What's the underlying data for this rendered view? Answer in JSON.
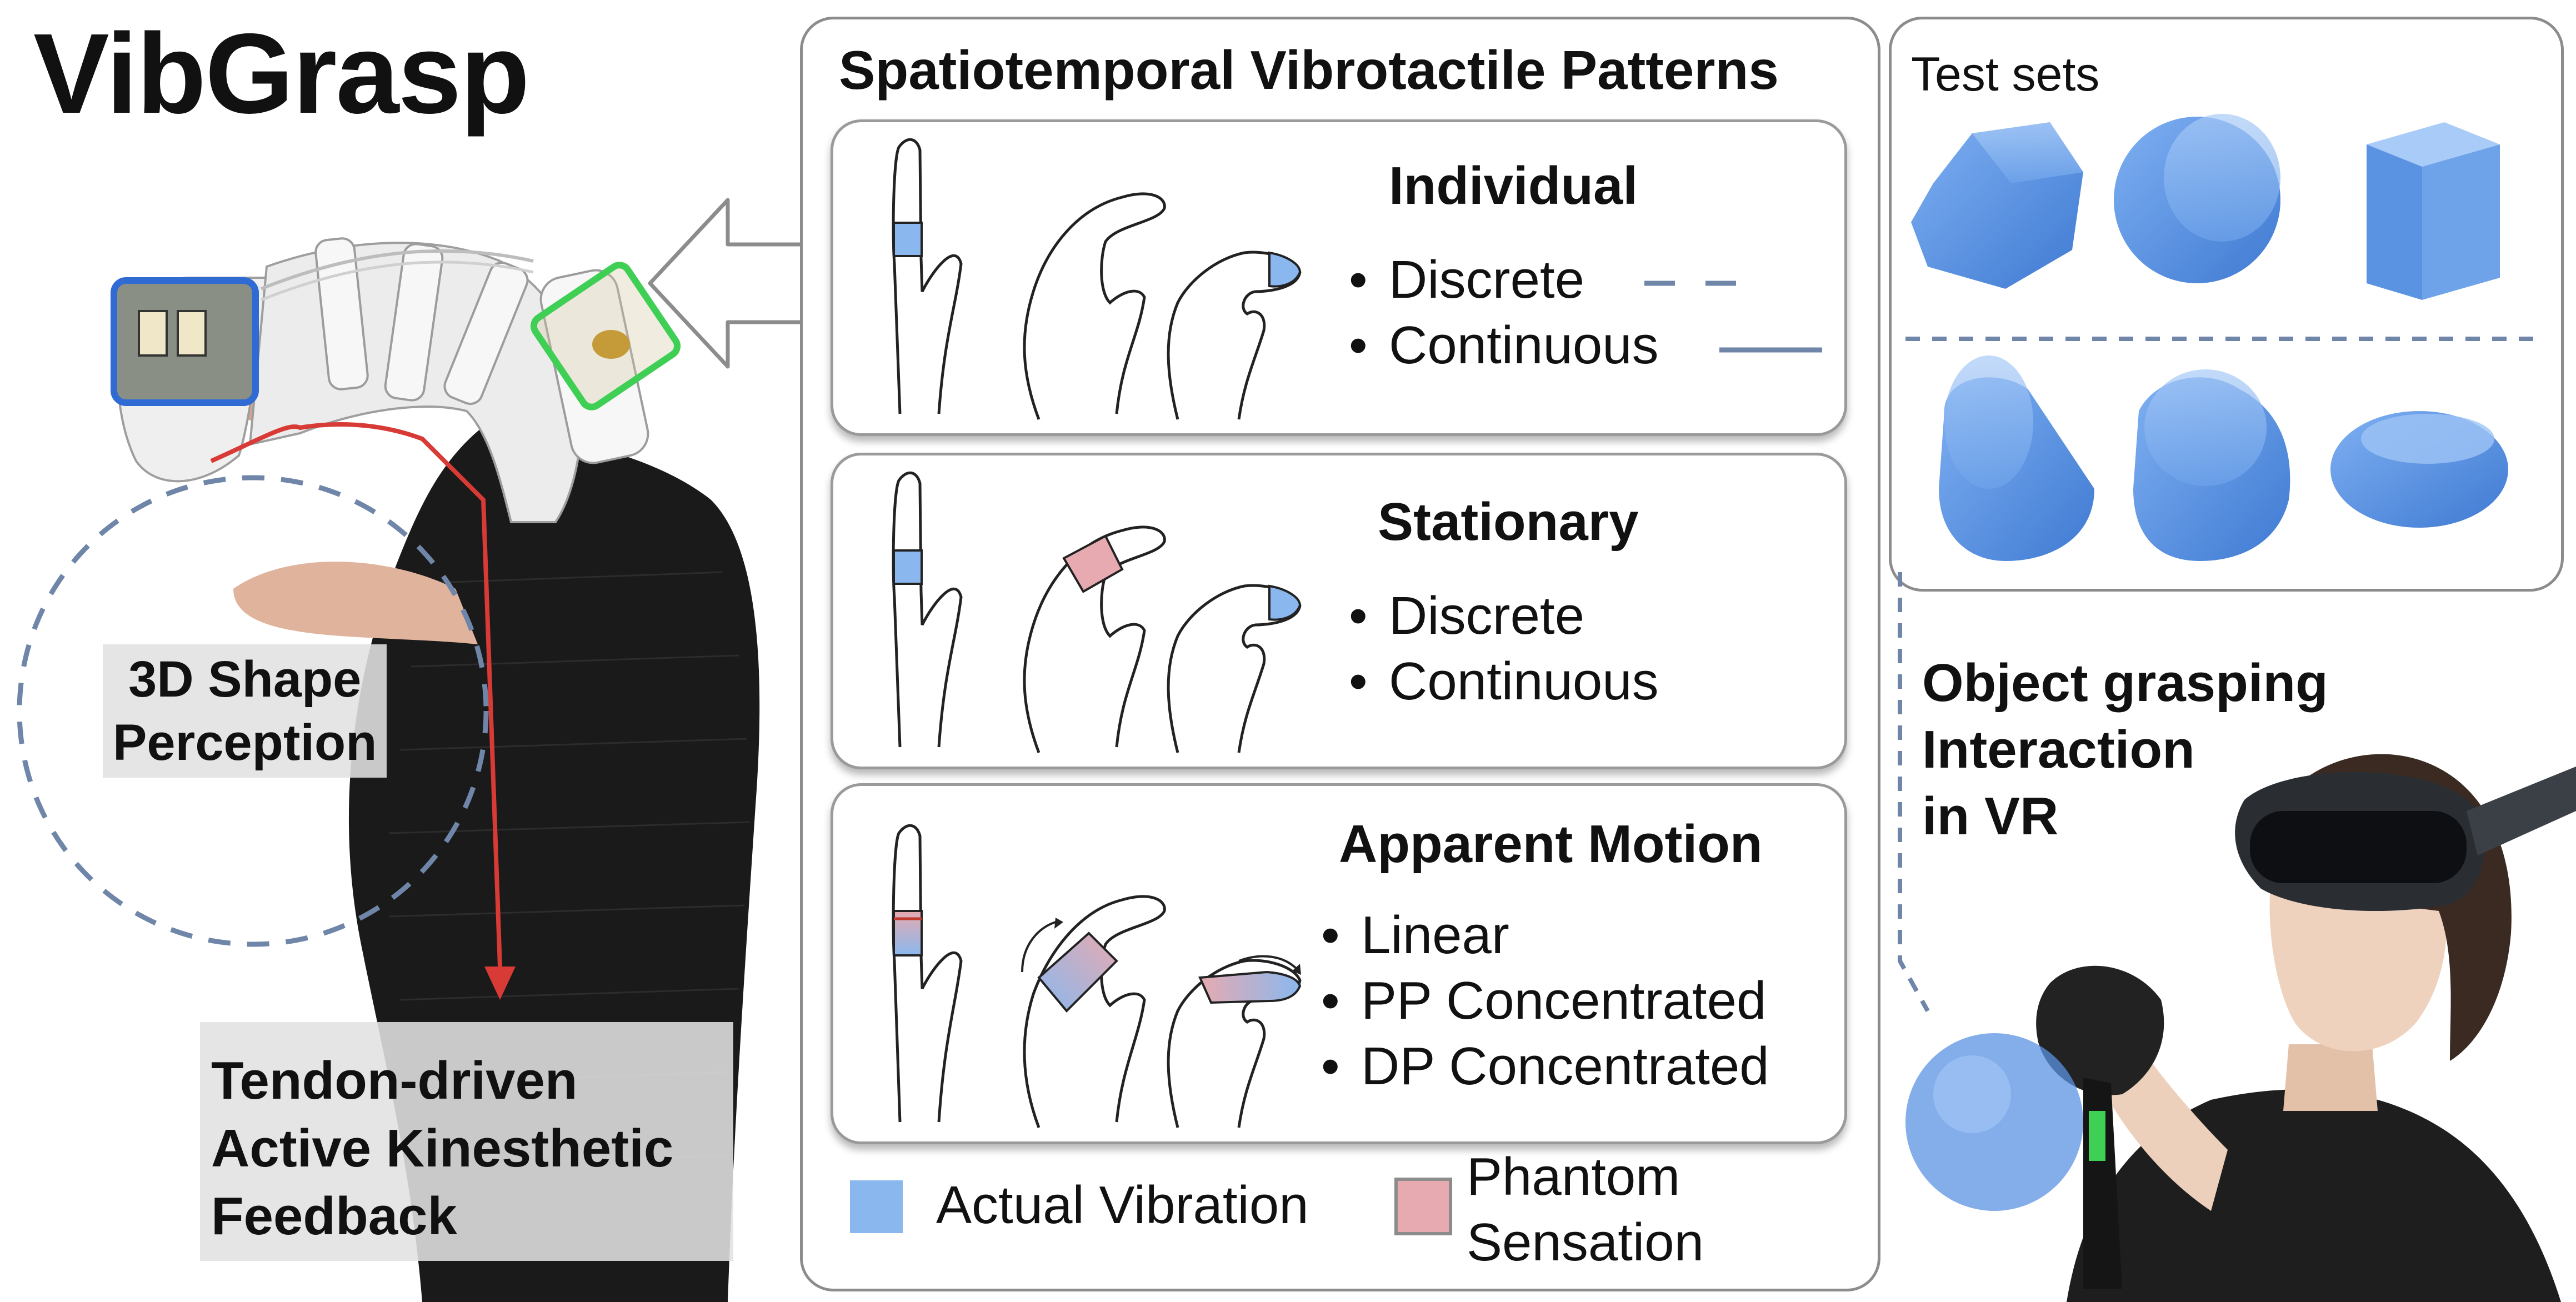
{
  "title": "VibGrasp",
  "left": {
    "shape_perception": "3D Shape\nPerception",
    "tendon_feedback": "Tendon-driven\nActive Kinesthetic\nFeedback"
  },
  "patterns": {
    "title": "Spatiotemporal Vibrotactile Patterns",
    "individual": {
      "title": "Individual",
      "items": [
        "Discrete",
        "Continuous"
      ]
    },
    "stationary": {
      "title": "Stationary",
      "items": [
        "Discrete",
        "Continuous"
      ]
    },
    "apparent": {
      "title": "Apparent Motion",
      "items": [
        "Linear",
        "PP Concentrated",
        "DP Concentrated"
      ]
    },
    "legend": {
      "actual": "Actual Vibration",
      "phantom": "Phantom\nSensation"
    }
  },
  "testsets": {
    "title": "Test sets"
  },
  "vr": {
    "label": "Object grasping\nInteraction\nin VR"
  },
  "colors": {
    "actual": "#8ab8ee",
    "phantom": "#e6aab0",
    "shape": "#5b93e3",
    "tendon": "#d83a35",
    "dashed_line": "#6f86a8"
  }
}
